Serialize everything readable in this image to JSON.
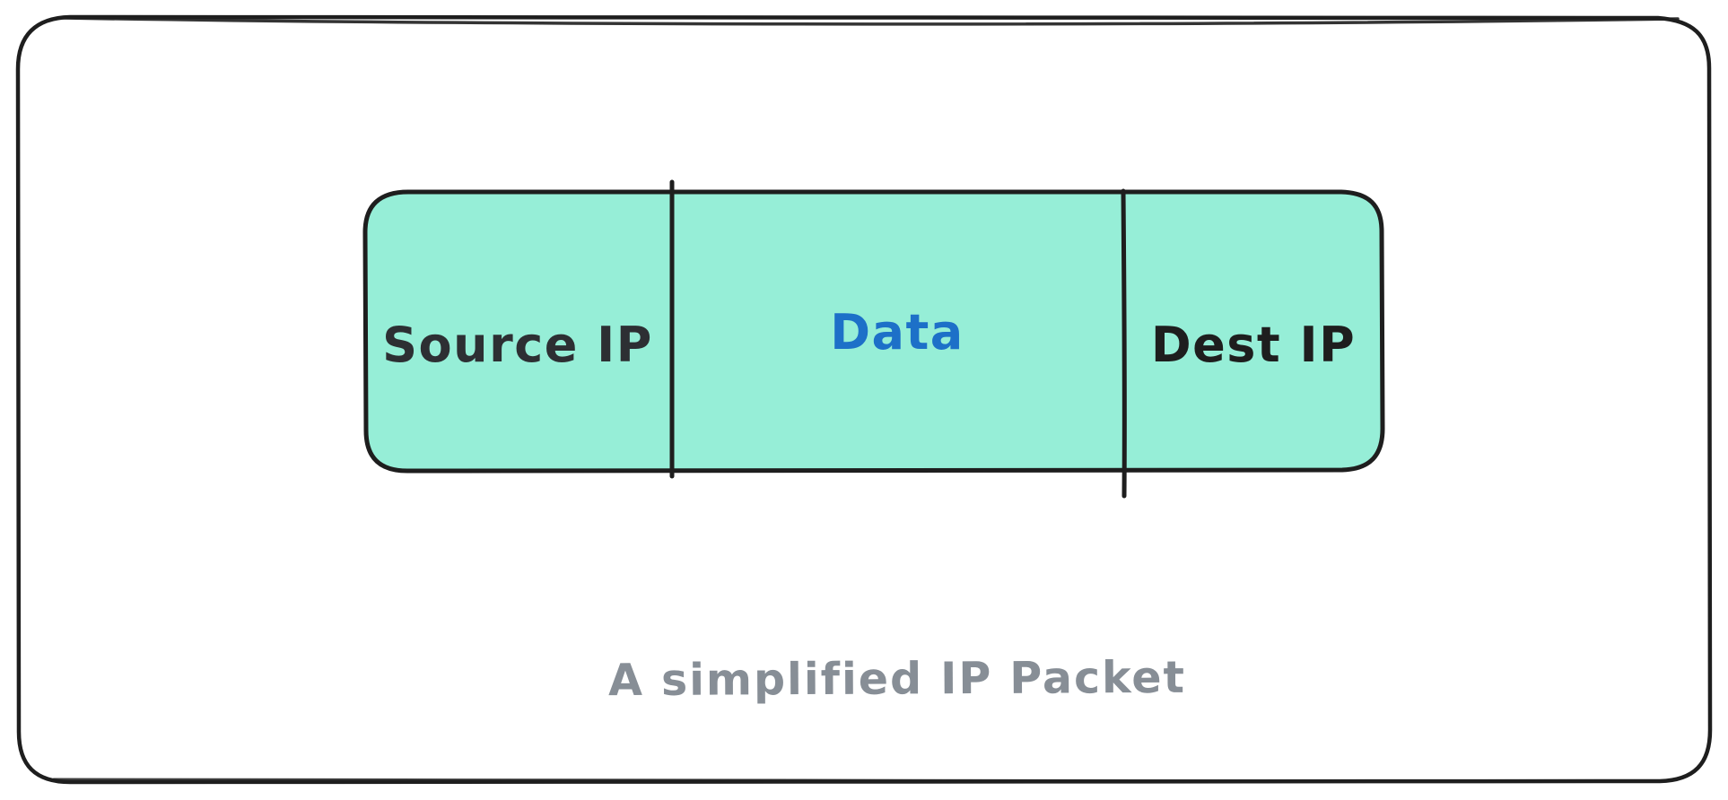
{
  "canvas": {
    "background": "#ffffff",
    "frame_color": "#1e1e1e"
  },
  "packet_diagram": {
    "title": "A simplified IP Packet",
    "caption_color": "#878e96",
    "box_fill": "#96eed7",
    "box_stroke": "#1e1e1e",
    "fields": [
      {
        "label": "Source IP",
        "text_color": "#2d2f33"
      },
      {
        "label": "Data",
        "text_color": "#1d70c8"
      },
      {
        "label": "Dest IP",
        "text_color": "#1e1e1e"
      }
    ]
  }
}
